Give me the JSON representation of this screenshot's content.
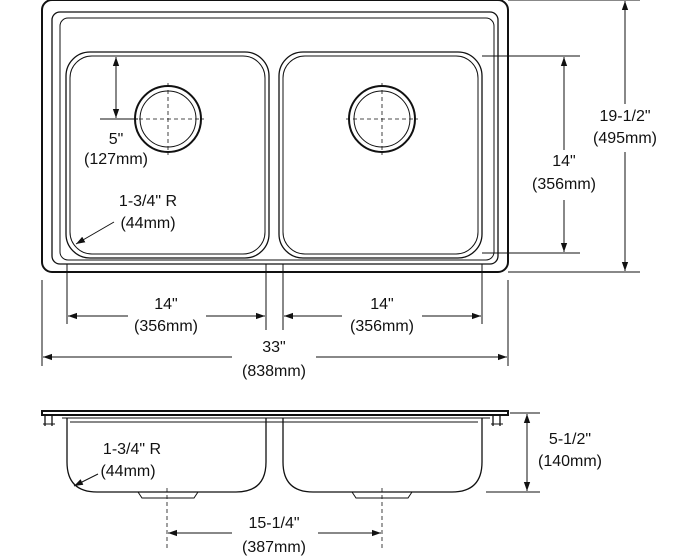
{
  "top_view": {
    "drain_offset": {
      "inches": "5\"",
      "mm": "(127mm)"
    },
    "corner_radius": {
      "inches": "1-3/4\" R",
      "mm": "(44mm)"
    },
    "bowl_depth_front_to_back": {
      "inches": "14\"",
      "mm": "(356mm)"
    },
    "overall_front_to_back": {
      "inches": "19-1/2\"",
      "mm": "(495mm)"
    },
    "left_bowl_width": {
      "inches": "14\"",
      "mm": "(356mm)"
    },
    "right_bowl_width": {
      "inches": "14\"",
      "mm": "(356mm)"
    },
    "overall_width": {
      "inches": "33\"",
      "mm": "(838mm)"
    }
  },
  "side_view": {
    "corner_radius": {
      "inches": "1-3/4\" R",
      "mm": "(44mm)"
    },
    "depth": {
      "inches": "5-1/2\"",
      "mm": "(140mm)"
    },
    "drain_center_spacing": {
      "inches": "15-1/4\"",
      "mm": "(387mm)"
    }
  }
}
